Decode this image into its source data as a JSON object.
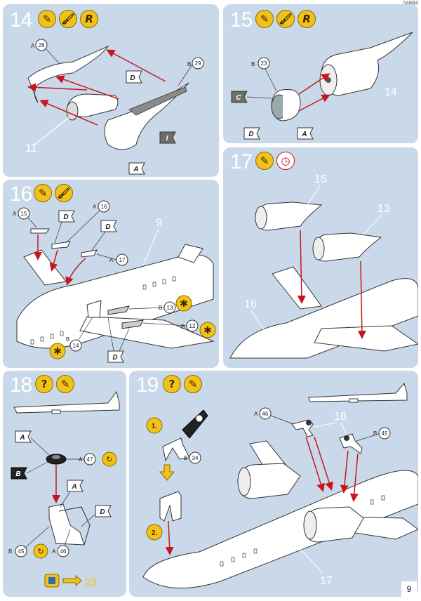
{
  "page": {
    "number": "9",
    "corner_code": "04884"
  },
  "colors": {
    "panel": "#c9d9ea",
    "arrow": "#c8161d",
    "badge": "#f2c21b",
    "callout": "#ffffff"
  },
  "steps": [
    {
      "number": "14",
      "icons": [
        "glue-icon",
        "paint-brush-icon",
        "R"
      ],
      "labels": {
        "a_part": "28",
        "b_part": "29",
        "sub_ref": "11",
        "D": "D",
        "I": "I",
        "A": "A",
        "a": "A",
        "b": "B"
      }
    },
    {
      "number": "15",
      "icons": [
        "glue-icon",
        "paint-brush-icon",
        "R"
      ],
      "labels": {
        "b_part": "23",
        "sub_ref": "14",
        "C": "C",
        "D": "D",
        "A": "A",
        "b": "B"
      }
    },
    {
      "number": "16",
      "icons": [
        "glue-icon",
        "paint-brush-icon"
      ],
      "labels": {
        "a1": "15",
        "a2": "16",
        "a3": "17",
        "b1": "13",
        "b2": "12",
        "b3": "14",
        "sub_ref": "9",
        "D1": "D",
        "D2": "D",
        "D3": "D",
        "a": "A",
        "b": "B"
      }
    },
    {
      "number": "17",
      "icons": [
        "glue-icon",
        "clock-icon"
      ],
      "labels": {
        "r1": "15",
        "r2": "13",
        "r3": "16"
      }
    },
    {
      "number": "18",
      "icons": [
        "?",
        "glue-icon"
      ],
      "labels": {
        "a47": "47",
        "b45": "45",
        "a46": "46",
        "A1": "A",
        "B1": "B",
        "A2": "A",
        "D1": "D",
        "a": "A",
        "b": "B",
        "goto": "23"
      }
    },
    {
      "number": "19",
      "icons": [
        "?",
        "glue-icon"
      ],
      "labels": {
        "a46": "46",
        "b45": "45",
        "b34": "34",
        "r18": "18",
        "r17": "17",
        "sub1": "1.",
        "sub2": "2.",
        "a": "A",
        "b": "B"
      }
    }
  ]
}
